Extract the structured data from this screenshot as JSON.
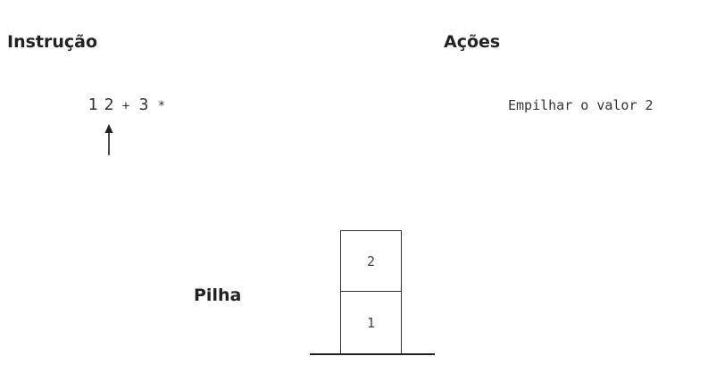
{
  "headings": {
    "instruction": "Instrução",
    "actions": "Ações",
    "stack": "Pilha"
  },
  "instruction": {
    "tokens": [
      "1",
      "2",
      "+",
      "3",
      "*"
    ],
    "pointer_index": 1
  },
  "action": {
    "text": "Empilhar o valor 2"
  },
  "stack": {
    "cells_top_to_bottom": [
      "2",
      "1"
    ]
  }
}
